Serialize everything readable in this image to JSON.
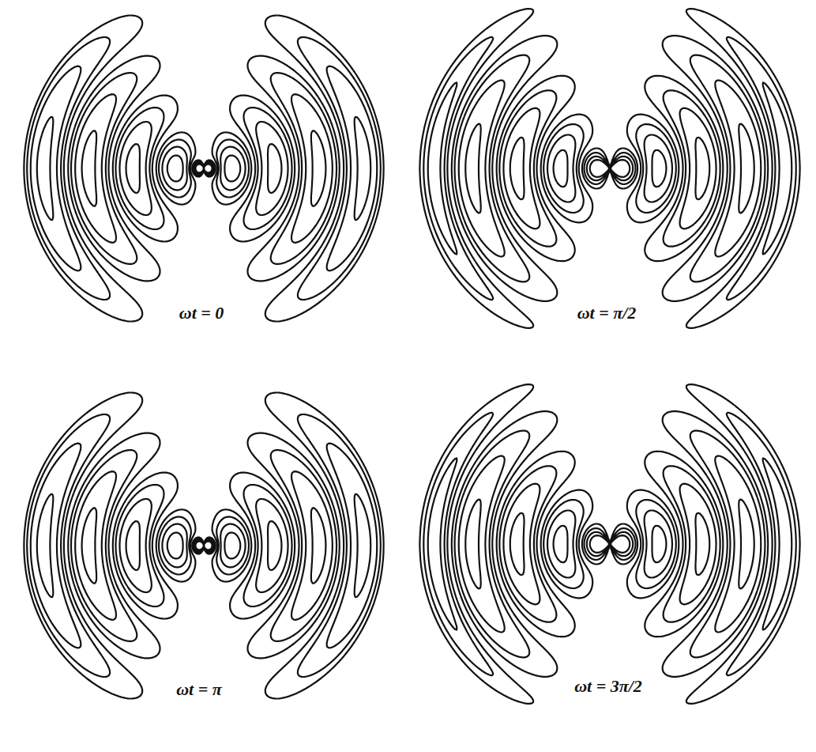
{
  "diagram": {
    "labels": [
      "ωt = 0",
      "ωt = π/2",
      "ωt = π",
      "ωt = 3π/2"
    ]
  }
}
